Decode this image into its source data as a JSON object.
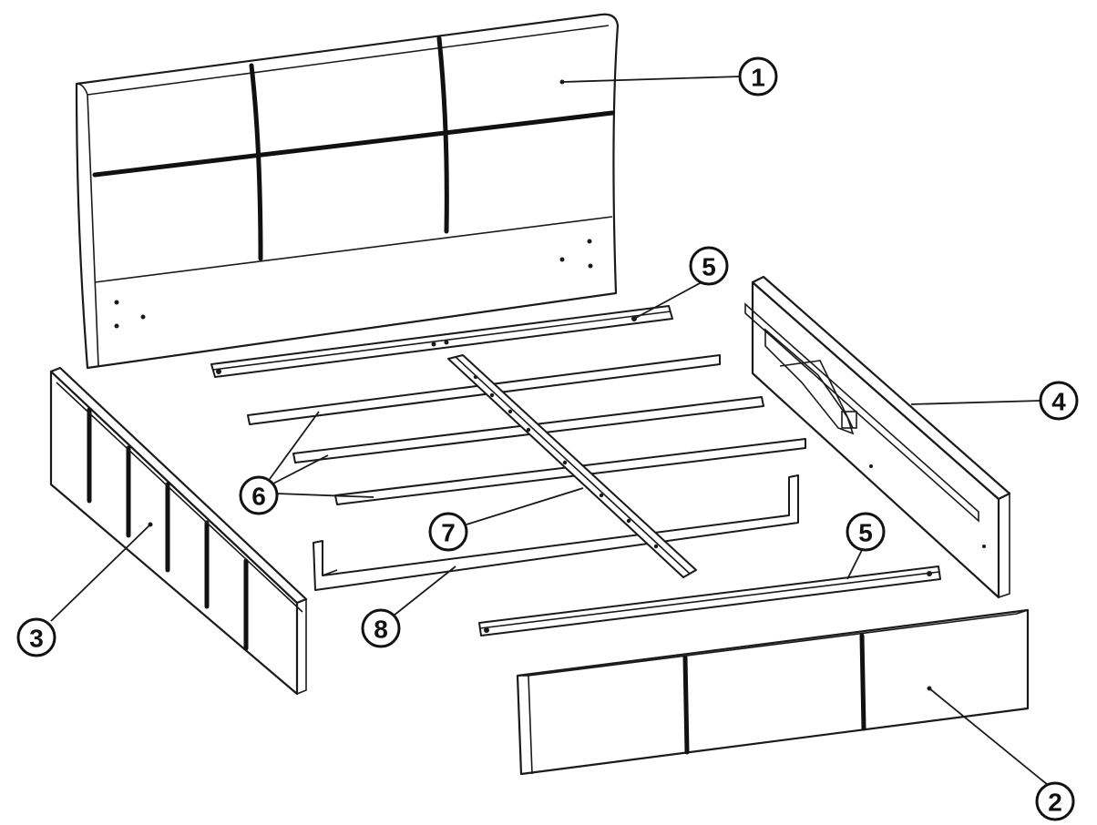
{
  "callouts": [
    {
      "id": "1",
      "label": "1"
    },
    {
      "id": "2",
      "label": "2"
    },
    {
      "id": "3",
      "label": "3"
    },
    {
      "id": "4",
      "label": "4"
    },
    {
      "id": "5a",
      "label": "5"
    },
    {
      "id": "5b",
      "label": "5"
    },
    {
      "id": "6",
      "label": "6"
    },
    {
      "id": "7",
      "label": "7"
    },
    {
      "id": "8",
      "label": "8"
    }
  ]
}
